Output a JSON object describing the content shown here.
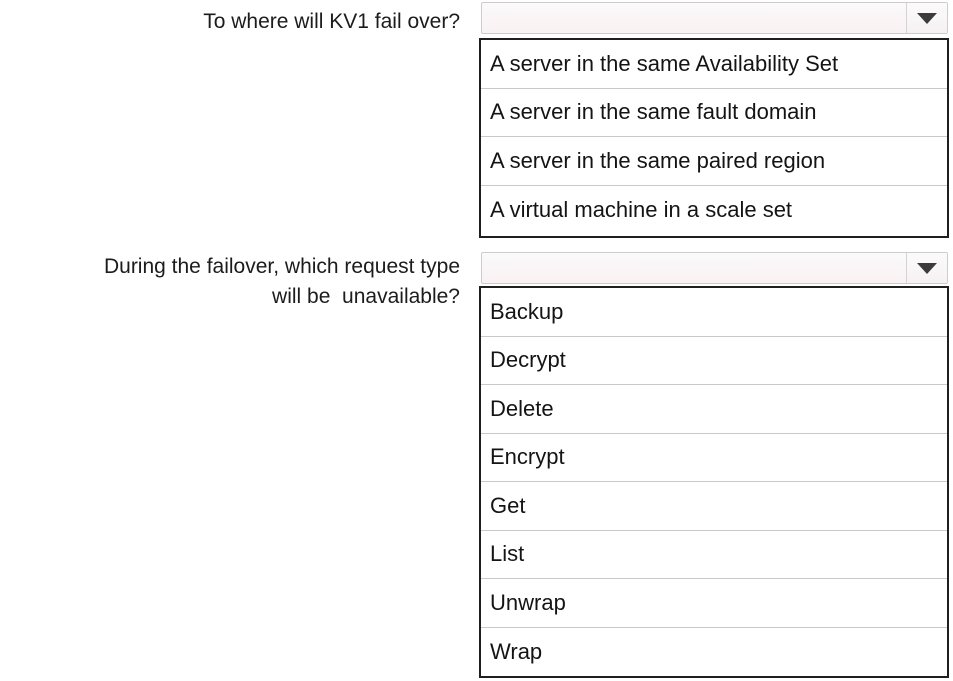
{
  "questions": [
    {
      "label": "To where will KV1 fail over?",
      "combo": {
        "value": "",
        "placeholder": "",
        "caret_icon": "chevron-down-icon"
      },
      "options": [
        "A server in the same Availability Set",
        "A server in the same fault domain",
        "A server in the same paired region",
        "A virtual machine in a scale set"
      ]
    },
    {
      "label": "During the failover, which request type\nwill be  unavailable?",
      "combo": {
        "value": "",
        "placeholder": "",
        "caret_icon": "chevron-down-icon"
      },
      "options": [
        "Backup",
        "Decrypt",
        "Delete",
        "Encrypt",
        "Get",
        "List",
        "Unwrap",
        "Wrap"
      ]
    }
  ],
  "colors": {
    "page_background": "#ffffff",
    "combo_fill": "#faf5f6",
    "combo_border": "#cfcbcc",
    "list_border": "#1f1f1f",
    "list_separator": "#c9c9c9",
    "text": "#1a1a1a",
    "caret": "#3b3b3b"
  }
}
